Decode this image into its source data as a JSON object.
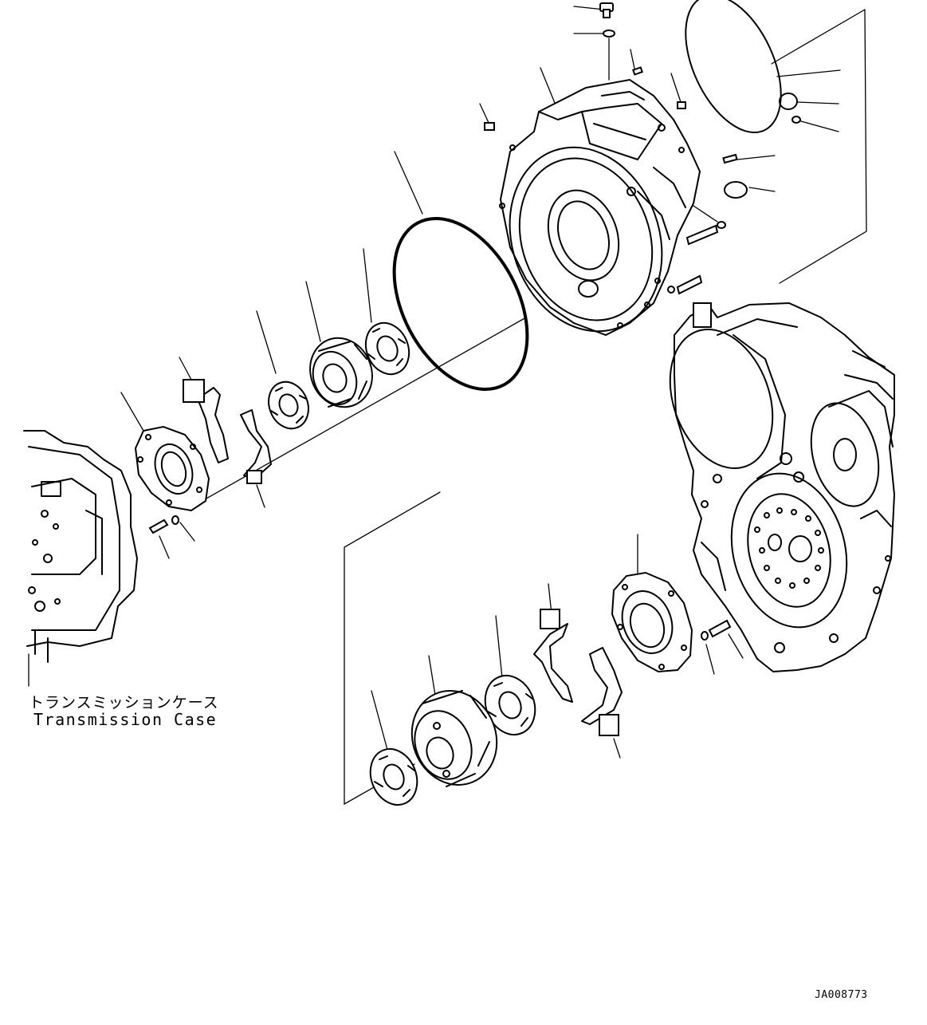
{
  "labels": {
    "transmission_case_jp": "トランスミッションケース",
    "transmission_case_en": "Transmission Case"
  },
  "drawing_code": "JA008773"
}
